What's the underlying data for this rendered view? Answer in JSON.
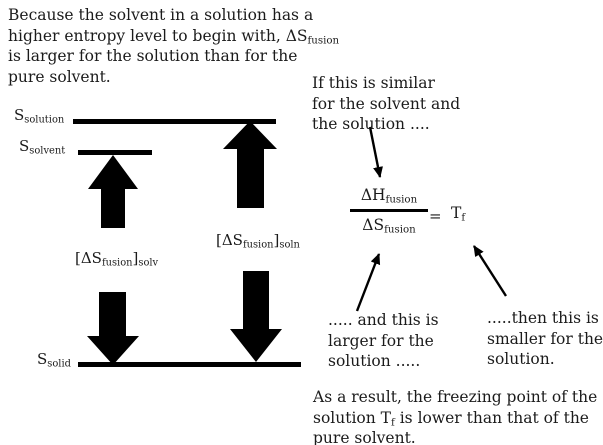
{
  "colors": {
    "ink": "#000000",
    "text": "#1b1b1b",
    "background": "#ffffff"
  },
  "intro": {
    "line1": "Because the solvent in a solution has a",
    "line2_pre": "higher entropy level to begin with, ΔS",
    "line2_sub": "fusion",
    "line3": "is larger for the solution than for the",
    "line4": "pure solvent."
  },
  "note_similar": {
    "line1": "If this is similar",
    "line2": "for the solvent and",
    "line3": "the solution ...."
  },
  "diagram": {
    "levels": {
      "solution": {
        "base": "S",
        "sub": "solution"
      },
      "solvent": {
        "base": "S",
        "sub": "solvent"
      },
      "solid": {
        "base": "S",
        "sub": "solid"
      }
    },
    "delta_labels": {
      "solv": {
        "open": "[ΔS",
        "sub_fusion": "fusion",
        "close": "]",
        "sub_phase": "solv"
      },
      "soln": {
        "open": "[ΔS",
        "sub_fusion": "fusion",
        "close": "]",
        "sub_phase": "soln"
      }
    }
  },
  "equation": {
    "numerator_base": "ΔH",
    "numerator_sub": "fusion",
    "denominator_base": "ΔS",
    "denominator_sub": "fusion",
    "equals": "=",
    "result_base": "T",
    "result_sub": "f"
  },
  "note_larger": {
    "line1": "..... and this is",
    "line2": "larger for the",
    "line3": "solution ....."
  },
  "note_smaller": {
    "line1": ".....then this is",
    "line2": "smaller for the",
    "line3": "solution."
  },
  "conclusion": {
    "line1": "As a result, the freezing point of the",
    "line2_pre": "solution T",
    "line2_sub": "f",
    "line2_post": " is lower than that of the",
    "line3": "pure solvent."
  }
}
